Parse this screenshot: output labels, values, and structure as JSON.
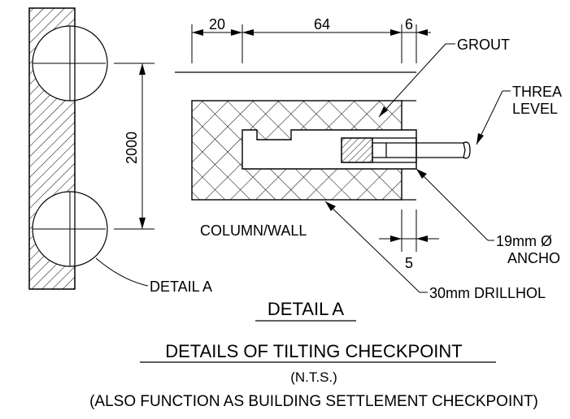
{
  "dimensions": {
    "d20": "20",
    "d64": "64",
    "d6": "6",
    "d2000": "2000",
    "d5": "5"
  },
  "labels": {
    "grout": "GROUT",
    "thread_level_line1": "THREA",
    "thread_level_line2": "LEVEL",
    "column_wall": "COLUMN/WALL",
    "anchor_line1": "19mm Ø",
    "anchor_line2": "ANCHO",
    "drillhole": "30mm DRILLHOL",
    "detail_a_callout": "DETAIL A"
  },
  "titles": {
    "detail_a": "DETAIL A",
    "main": "DETAILS OF TILTING CHECKPOINT",
    "scale": "(N.T.S.)",
    "note": "(ALSO FUNCTION AS BUILDING SETTLEMENT CHECKPOINT)"
  }
}
